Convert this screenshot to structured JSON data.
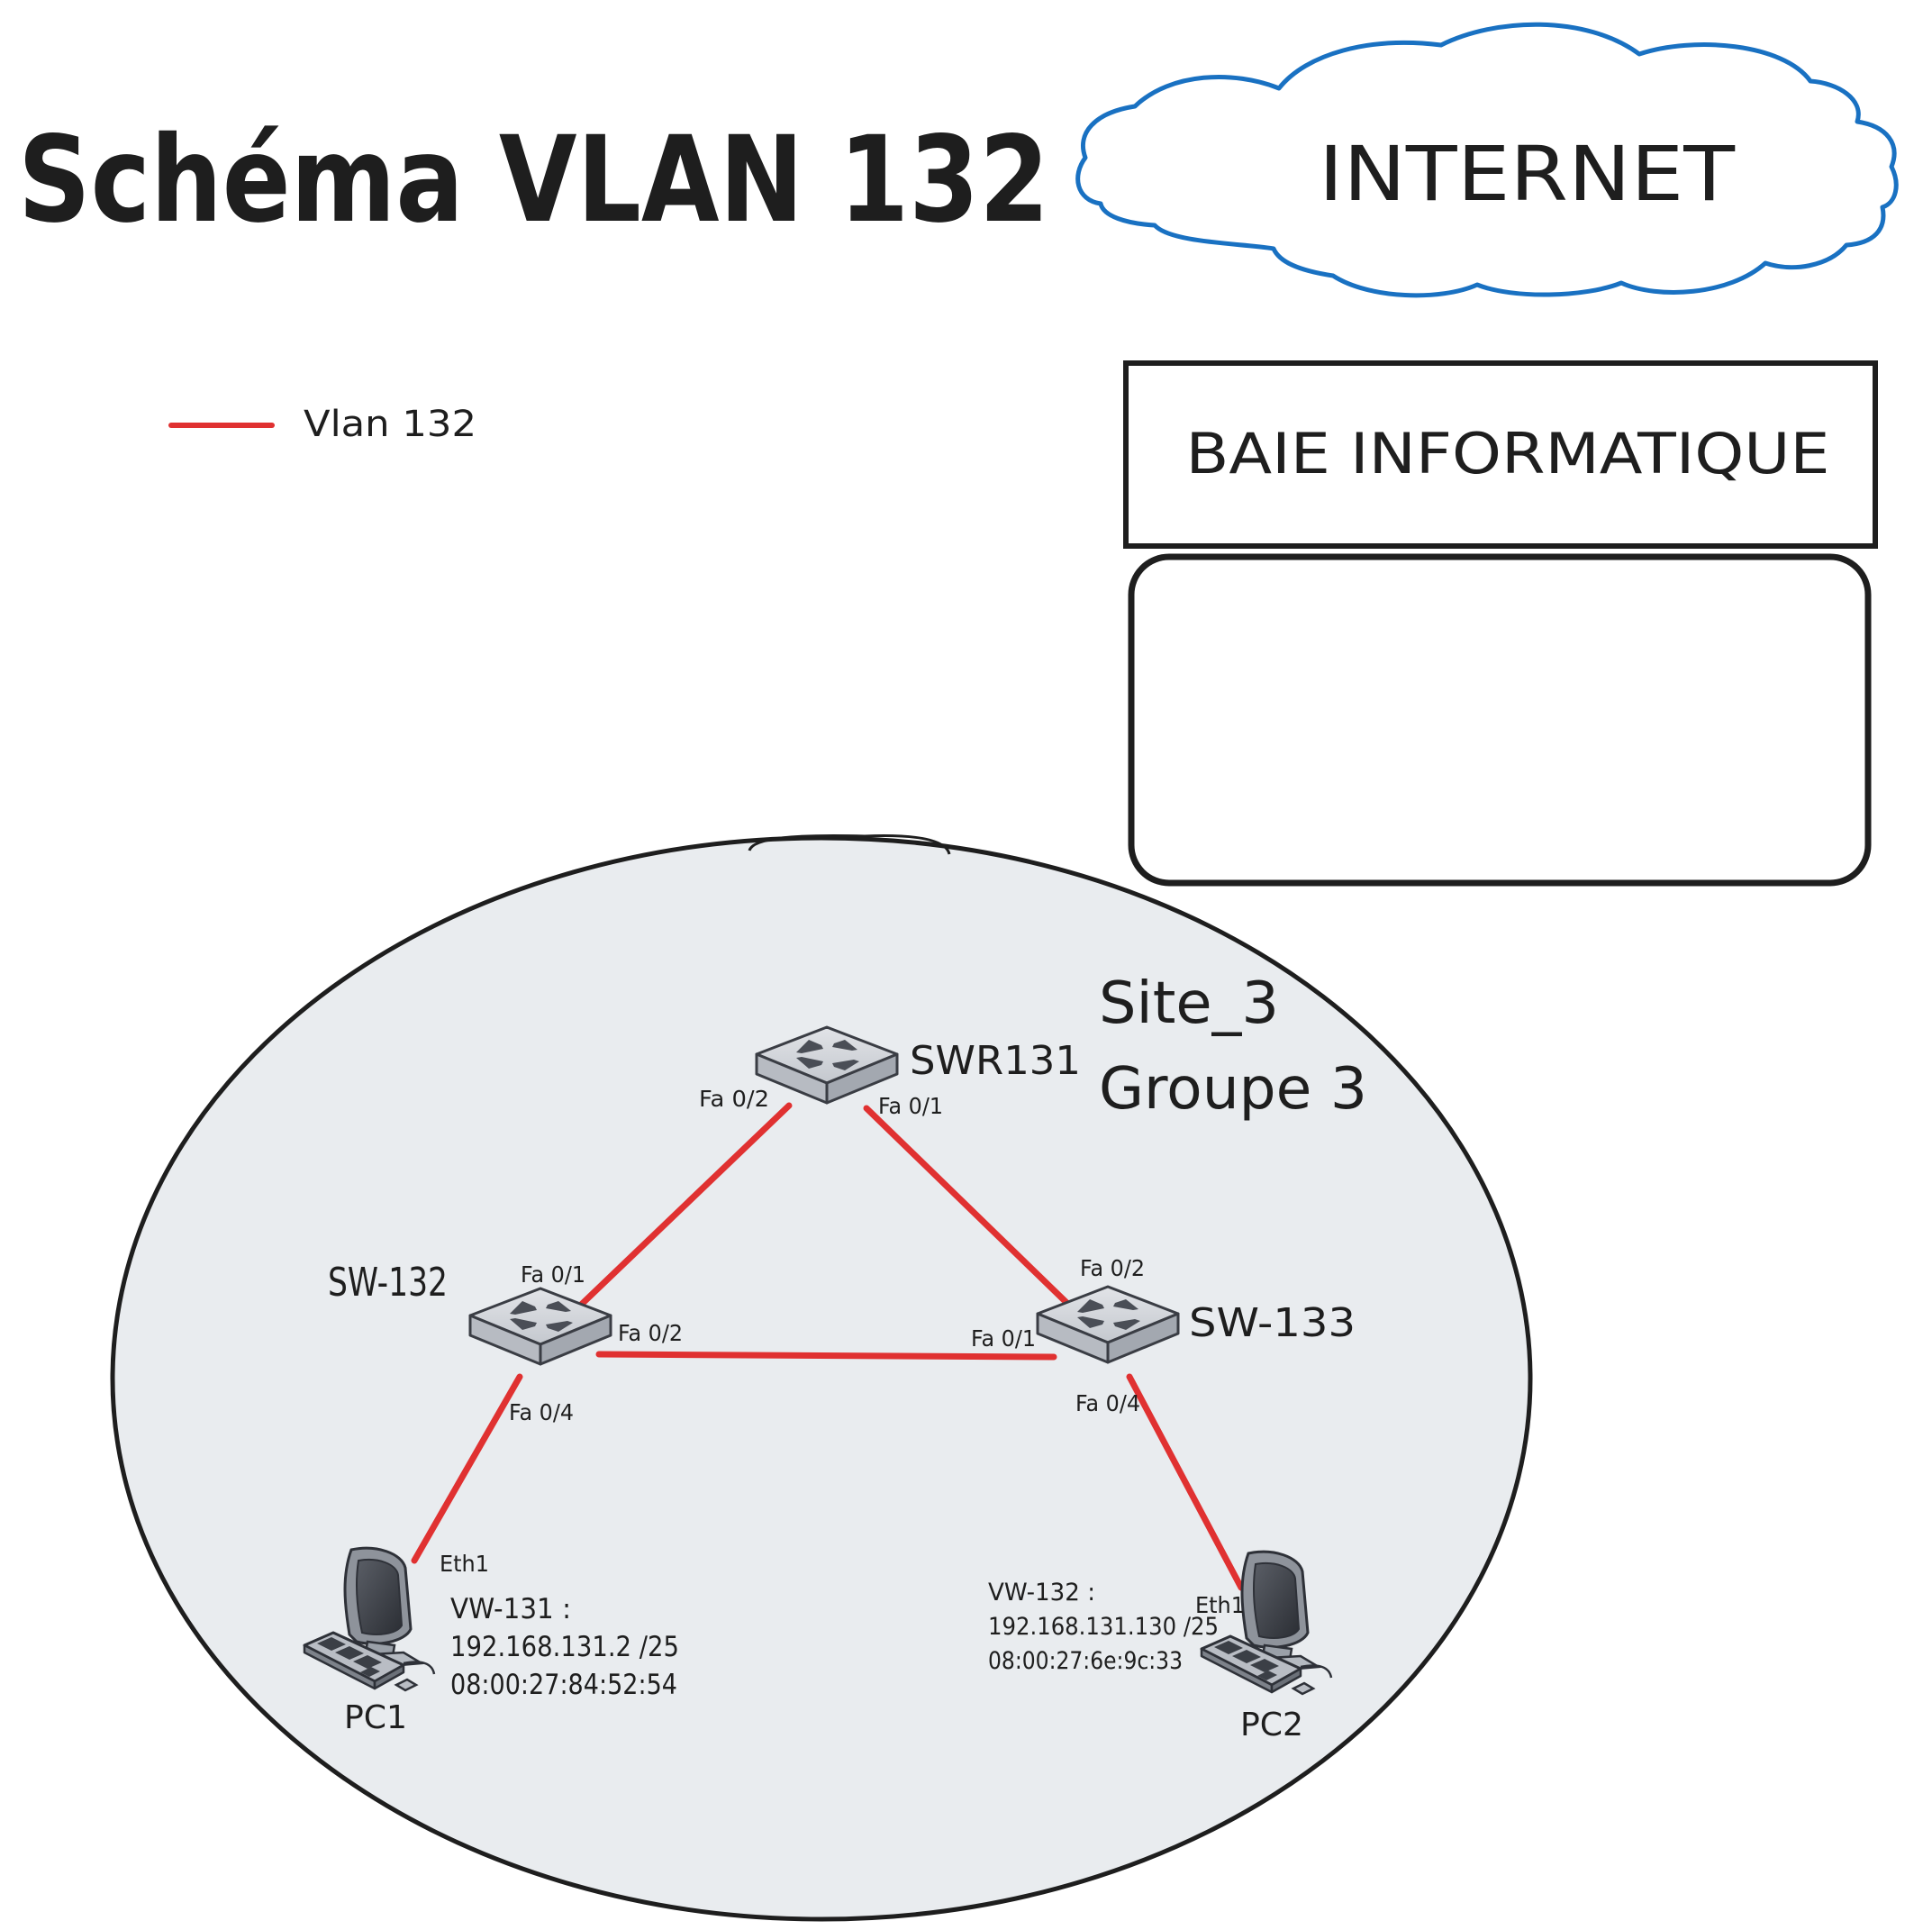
{
  "title": "Schéma VLAN 132",
  "cloud": {
    "label": "INTERNET",
    "color": "#1971c2"
  },
  "legend": {
    "label": "Vlan 132",
    "color": "#e03131"
  },
  "rack": {
    "label": "BAIE INFORMATIQUE"
  },
  "site": {
    "name": "Site_3",
    "group": "Groupe 3",
    "fill": "#e9ecef"
  },
  "link_color": "#e03131",
  "switches": {
    "swr131": {
      "name": "SWR131",
      "port_left": "Fa 0/2",
      "port_right": "Fa 0/1"
    },
    "sw132": {
      "name": "SW-132",
      "port_up": "Fa 0/1",
      "port_right": "Fa 0/2",
      "port_down": "Fa 0/4"
    },
    "sw133": {
      "name": "SW-133",
      "port_up": "Fa 0/2",
      "port_left": "Fa 0/1",
      "port_down": "Fa 0/4"
    }
  },
  "hosts": {
    "pc1": {
      "name": "PC1",
      "port": "Eth1",
      "vm": "VW-131 :",
      "ip": "192.168.131.2 /25",
      "mac": "08:00:27:84:52:54"
    },
    "pc2": {
      "name": "PC2",
      "port": "Eth1",
      "vm": "VW-132 :",
      "ip": "192.168.131.130 /25",
      "mac": "08:00:27:6e:9c:33"
    }
  }
}
